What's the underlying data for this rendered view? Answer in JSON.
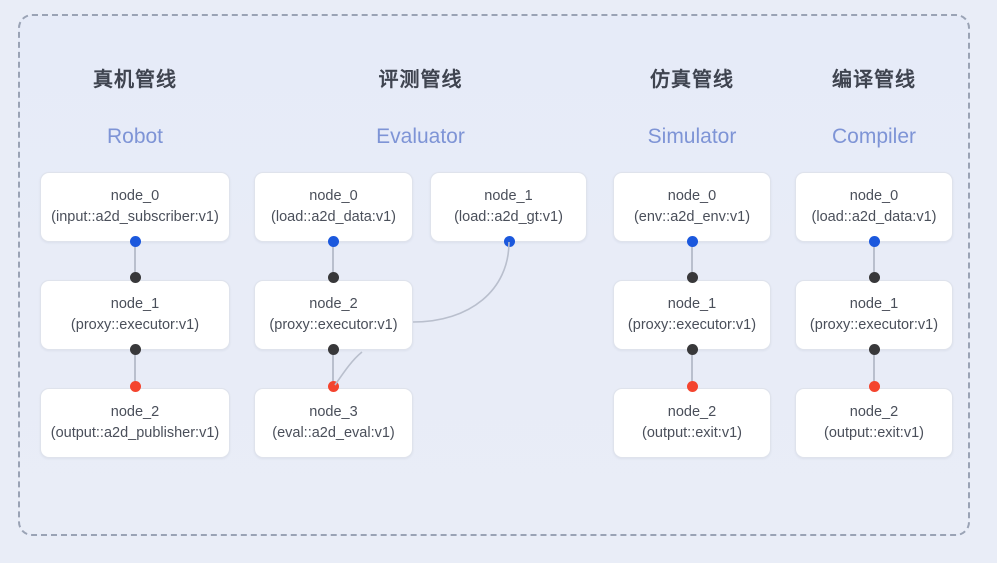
{
  "diagram": {
    "columns": [
      {
        "title_cn": "真机管线",
        "title_en": "Robot",
        "nodes": [
          {
            "id": "node_0",
            "spec": "(input::a2d_subscriber:v1)"
          },
          {
            "id": "node_1",
            "spec": "(proxy::executor:v1)"
          },
          {
            "id": "node_2",
            "spec": "(output::a2d_publisher:v1)"
          }
        ]
      },
      {
        "title_cn": "评测管线",
        "title_en": "Evaluator",
        "nodes": [
          {
            "id": "node_0",
            "spec": "(load::a2d_data:v1)"
          },
          {
            "id": "node_1",
            "spec": "(load::a2d_gt:v1)"
          },
          {
            "id": "node_2",
            "spec": "(proxy::executor:v1)"
          },
          {
            "id": "node_3",
            "spec": "(eval::a2d_eval:v1)"
          }
        ]
      },
      {
        "title_cn": "仿真管线",
        "title_en": "Simulator",
        "nodes": [
          {
            "id": "node_0",
            "spec": "(env::a2d_env:v1)"
          },
          {
            "id": "node_1",
            "spec": "(proxy::executor:v1)"
          },
          {
            "id": "node_2",
            "spec": "(output::exit:v1)"
          }
        ]
      },
      {
        "title_cn": "编译管线",
        "title_en": "Compiler",
        "nodes": [
          {
            "id": "node_0",
            "spec": "(load::a2d_data:v1)"
          },
          {
            "id": "node_1",
            "spec": "(proxy::executor:v1)"
          },
          {
            "id": "node_2",
            "spec": "(output::exit:v1)"
          }
        ]
      }
    ],
    "colors": {
      "canvas_background": "#e9edf7",
      "frame_border": "#9aa3b5",
      "node_background": "#ffffff",
      "node_border": "#dfe3ec",
      "title_cn": "#3f4450",
      "title_en": "#7e94d6",
      "port_output": "#1b58dd",
      "port_link": "#38383a",
      "port_terminal": "#f4442e",
      "edge": "#b9bfcd"
    }
  }
}
